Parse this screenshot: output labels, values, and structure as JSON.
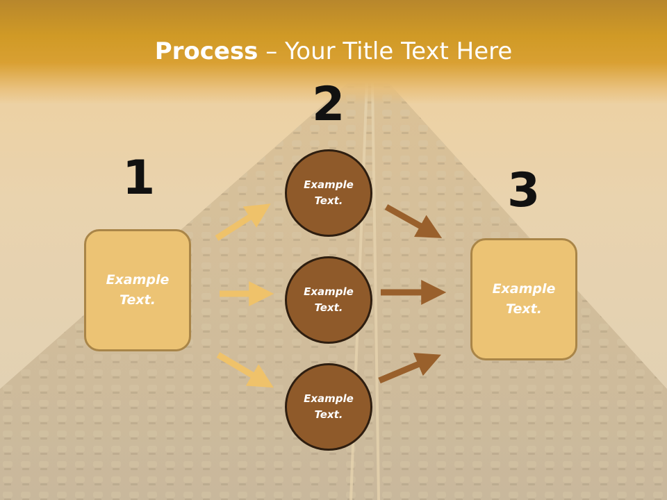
{
  "title": {
    "bold": "Process",
    "rest": " – Your Title Text Here"
  },
  "steps": {
    "one": "1",
    "two": "2",
    "three": "3"
  },
  "left_box": {
    "text": "Example Text."
  },
  "right_box": {
    "text": "Example Text."
  },
  "circles": [
    {
      "text": "Example Text."
    },
    {
      "text": "Example Text."
    },
    {
      "text": "Example Text."
    }
  ],
  "colors": {
    "title_band": "#d09a26",
    "box_fill": "#ecc374",
    "circle_fill": "#8f5a2a",
    "arrow_light": "#efc26a",
    "arrow_dark": "#99602c"
  }
}
